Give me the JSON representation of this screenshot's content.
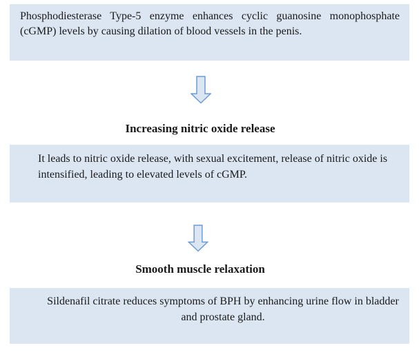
{
  "colors": {
    "box_fill": "#dce6f2",
    "arrow_fill": "#dce6f2",
    "arrow_border": "#6b9bd2",
    "text": "#1a1a1a",
    "background": "#ffffff"
  },
  "flow": {
    "box1_text": "Phosphodiesterase Type-5 enzyme enhances cyclic guanosine monophosphate (cGMP) levels by causing dilation of blood vessels in the penis.",
    "heading1": "Increasing nitric oxide release",
    "box2_text": "It leads to nitric oxide release, with sexual excitement, release of nitric oxide is intensified, leading to elevated levels of cGMP.",
    "heading2": "Smooth muscle relaxation",
    "box3_text": "Sildenafil citrate reduces symptoms of BPH by enhancing urine flow in bladder and prostate gland."
  }
}
